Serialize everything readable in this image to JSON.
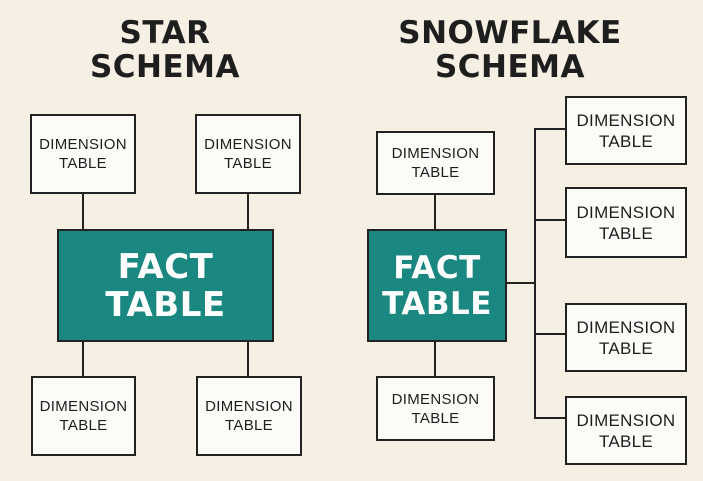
{
  "star_schema": {
    "title_line1": "STAR",
    "title_line2": "SCHEMA",
    "fact": {
      "line1": "FACT",
      "line2": "TABLE"
    },
    "dimensions": [
      {
        "line1": "DIMENSION",
        "line2": "TABLE"
      },
      {
        "line1": "DIMENSION",
        "line2": "TABLE"
      },
      {
        "line1": "DIMENSION",
        "line2": "TABLE"
      },
      {
        "line1": "DIMENSION",
        "line2": "TABLE"
      }
    ]
  },
  "snowflake_schema": {
    "title_line1": "SNOWFLAKE",
    "title_line2": "SCHEMA",
    "fact": {
      "line1": "FACT",
      "line2": "TABLE"
    },
    "dimensions": [
      {
        "line1": "DIMENSION",
        "line2": "TABLE"
      },
      {
        "line1": "DIMENSION",
        "line2": "TABLE"
      },
      {
        "line1": "DIMENSION",
        "line2": "TABLE"
      },
      {
        "line1": "DIMENSION",
        "line2": "TABLE"
      },
      {
        "line1": "DIMENSION",
        "line2": "TABLE"
      },
      {
        "line1": "DIMENSION",
        "line2": "TABLE"
      }
    ]
  },
  "colors": {
    "background": "#f6efe4",
    "fact_fill": "#1a8880",
    "dimension_fill": "#fdfbf7",
    "stroke": "#222222"
  }
}
